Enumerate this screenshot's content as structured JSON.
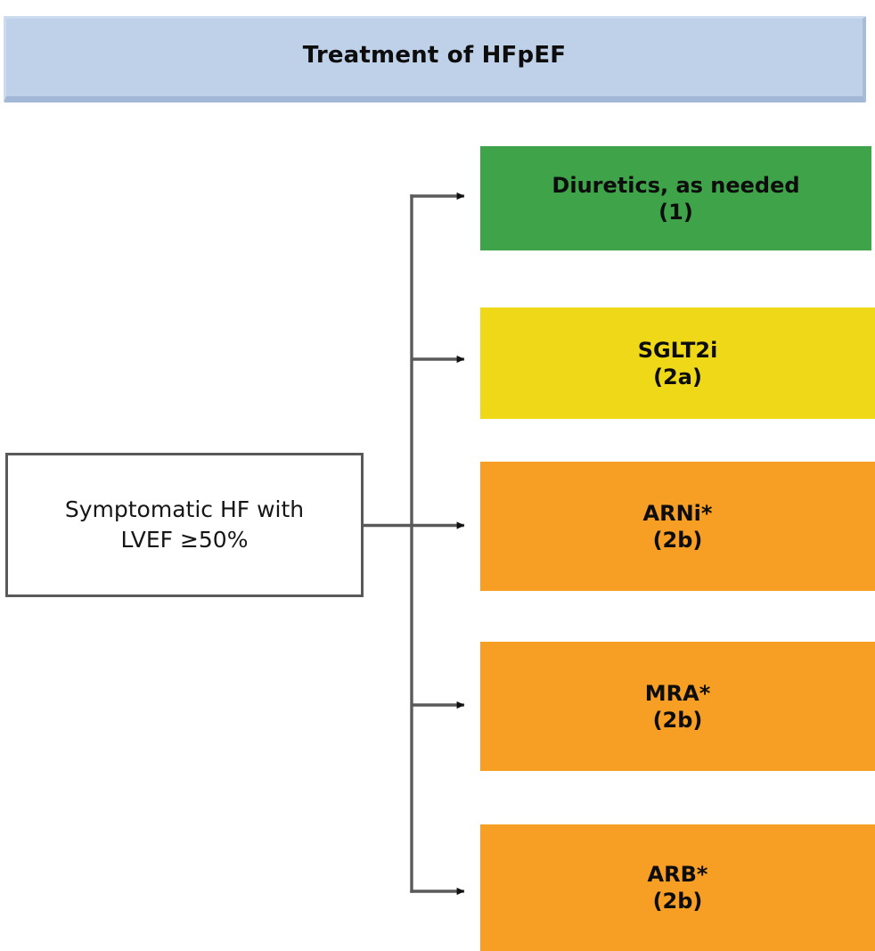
{
  "header": {
    "title": "Treatment of HFpEF",
    "background_color": "#bed1e8"
  },
  "source": {
    "line1": "Symptomatic HF with",
    "line2": "LVEF ≥50%",
    "border_color": "#595959",
    "background_color": "#ffffff"
  },
  "treatments": [
    {
      "label": "Diuretics, as needed",
      "recommendation_class": "(1)",
      "color": "#3ea349"
    },
    {
      "label": "SGLT2i",
      "recommendation_class": "(2a)",
      "color": "#efd817"
    },
    {
      "label": "ARNi*",
      "recommendation_class": "(2b)",
      "color": "#f79f24"
    },
    {
      "label": "MRA*",
      "recommendation_class": "(2b)",
      "color": "#f79f24"
    },
    {
      "label": "ARB*",
      "recommendation_class": "(2b)",
      "color": "#f79f24"
    }
  ],
  "connectors": {
    "line_color": "#5a5a5a",
    "arrow_color": "#111111"
  }
}
